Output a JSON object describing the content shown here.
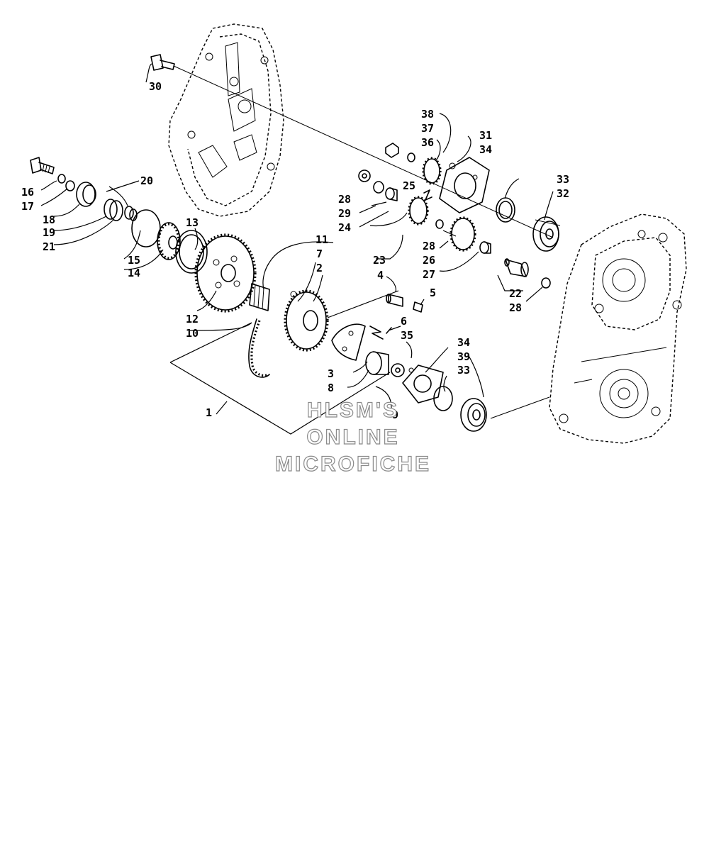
{
  "callouts": {
    "c30": "30",
    "c38": "38",
    "c37": "37",
    "c36": "36",
    "c31": "31",
    "c34a": "34",
    "c33a": "33",
    "c32": "32",
    "c20": "20",
    "c16": "16",
    "c17": "17",
    "c28a": "28",
    "c29": "29",
    "c24": "24",
    "c25": "25",
    "c18": "18",
    "c19": "19",
    "c21": "21",
    "c13": "13",
    "c15": "15",
    "c14": "14",
    "c11": "11",
    "c7": "7",
    "c2": "2",
    "c28b": "28",
    "c26": "26",
    "c27": "27",
    "c23": "23",
    "c4": "4",
    "c5": "5",
    "c22": "22",
    "c28c": "28",
    "c12": "12",
    "c10": "10",
    "c6": "6",
    "c35": "35",
    "c34b": "34",
    "c39": "39",
    "c33b": "33",
    "c3": "3",
    "c8": "8",
    "c9": "9",
    "c1": "1"
  },
  "watermark": {
    "line1": "HLSM'S",
    "line2": "ONLINE",
    "line3": "MICROFICHE"
  }
}
